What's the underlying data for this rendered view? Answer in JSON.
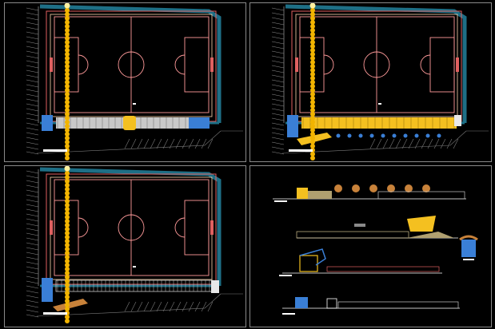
{
  "drawing": {
    "viewports": [
      {
        "id": "vp1",
        "kind": "site-plan",
        "variant": "gray-stands"
      },
      {
        "id": "vp2",
        "kind": "site-plan",
        "variant": "yellow-stands"
      },
      {
        "id": "vp3",
        "kind": "site-plan",
        "variant": "framework-stands"
      },
      {
        "id": "vp4",
        "kind": "elevations-and-sections"
      }
    ]
  },
  "colors": {
    "background": "#000000",
    "viewport_border": "#8a8a8a",
    "field_lines": "#ff9a9a",
    "inner_track": "#ffd9b0",
    "outer_wall": "#e06060",
    "perimeter_band": "#1e6f86",
    "light_pole": "#f2b400",
    "light_core": "#fff2a0",
    "stand_gray": "#c9c9c9",
    "stand_yellow": "#f4c020",
    "stand_blue": "#3a7fd6",
    "terrain": "#7a7a7a",
    "grid": "#8a8a8a",
    "label": "#ffffff"
  }
}
